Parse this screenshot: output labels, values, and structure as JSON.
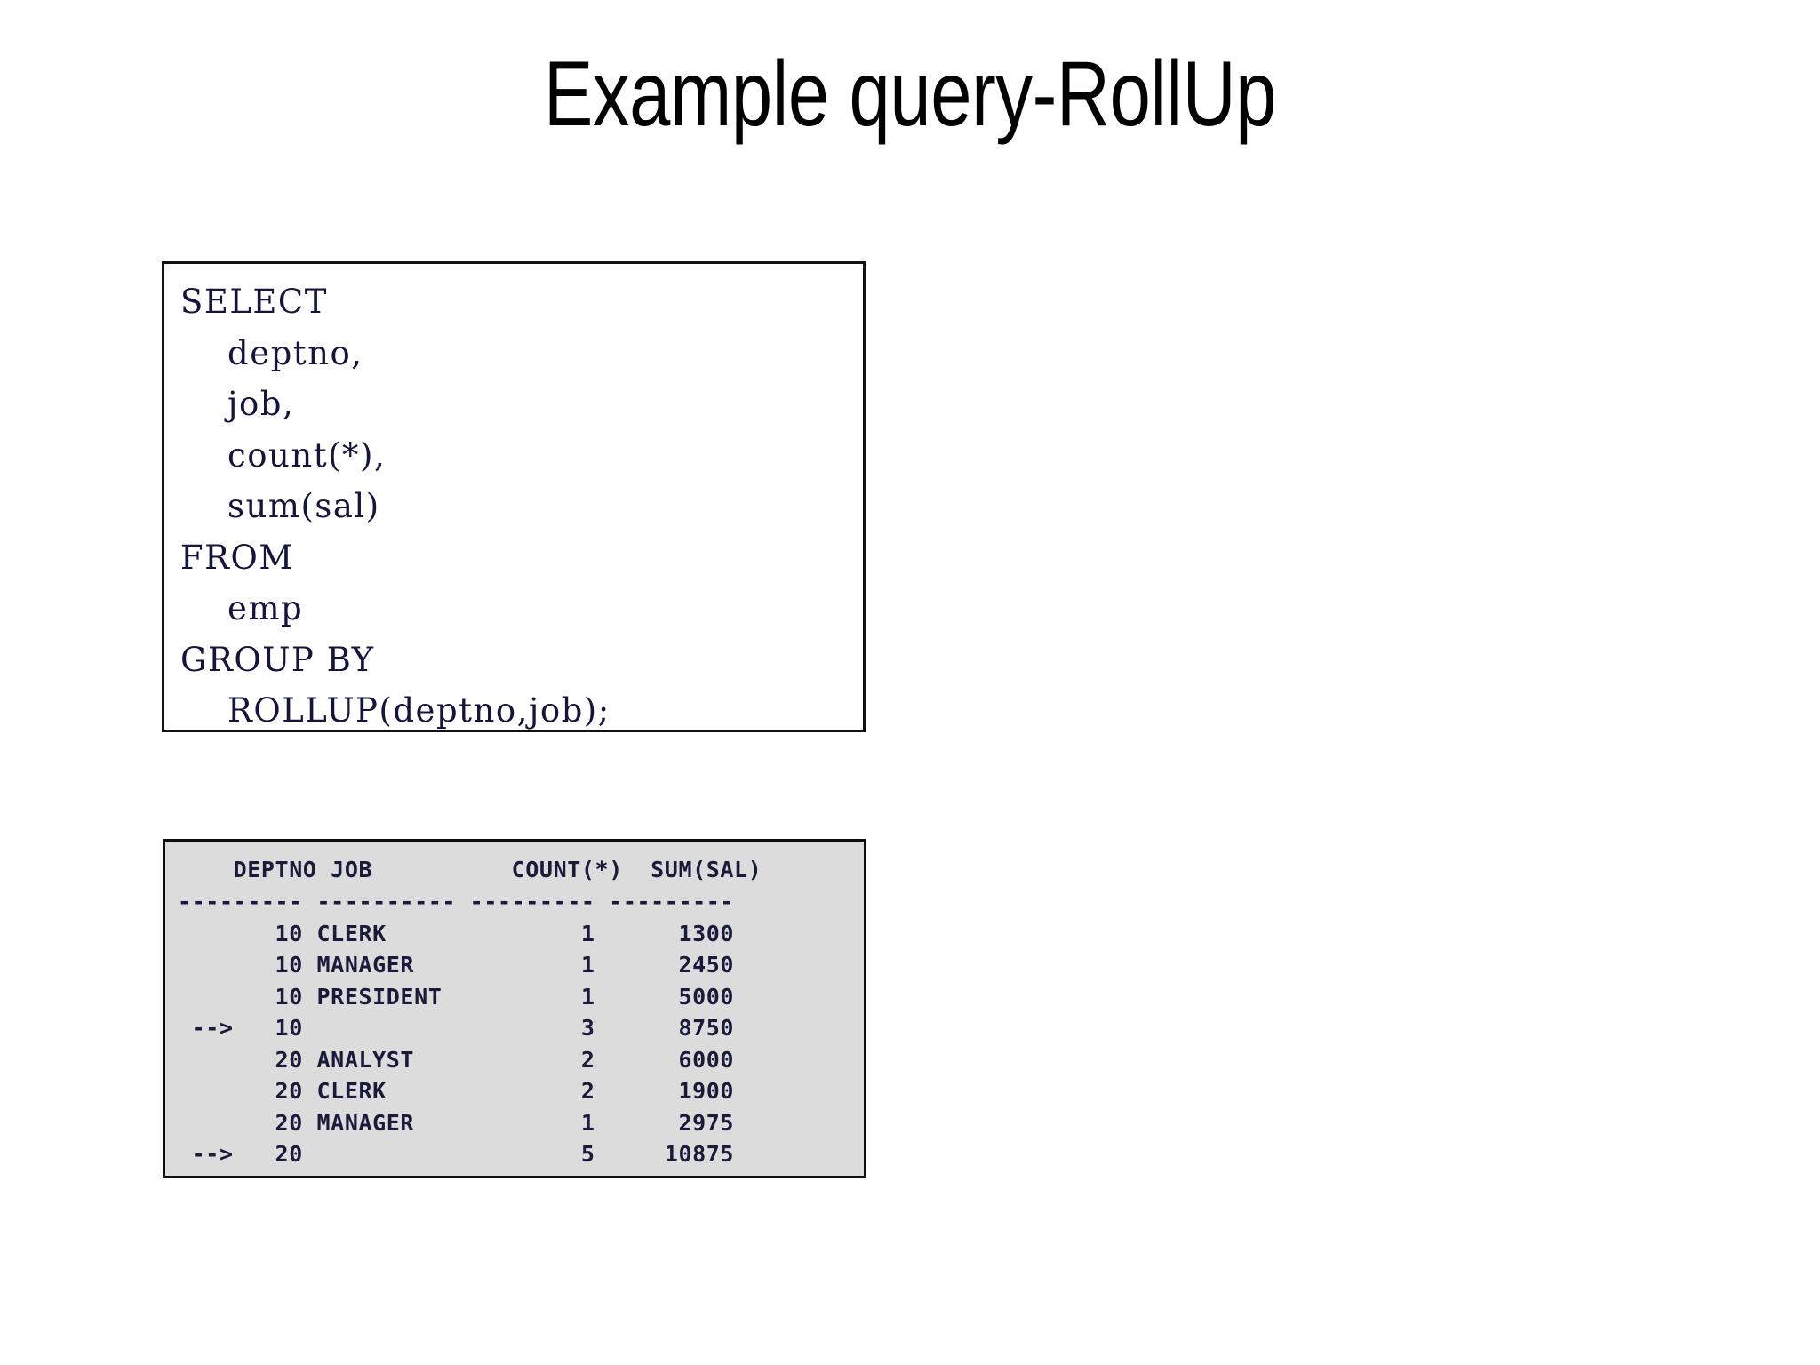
{
  "slide": {
    "title": "Example query-RollUp",
    "background_color": "#ffffff"
  },
  "sql_box": {
    "name": "sql-query-block",
    "background_color": "#ffffff",
    "border_color": "#111111",
    "lines": [
      "SELECT",
      "    deptno,",
      "    job,",
      "    count(*),",
      "    sum(sal)",
      "FROM",
      "    emp",
      "GROUP BY",
      "    ROLLUP(deptno,job);"
    ],
    "text": "SELECT\n    deptno,\n    job,\n    count(*),\n    sum(sal)\nFROM\n    emp\nGROUP BY\n    ROLLUP(deptno,job);"
  },
  "results_box": {
    "name": "query-results-block",
    "background_color": "#dcdcdc",
    "border_color": "#0d0d0d",
    "columns": [
      "DEPTNO",
      "JOB",
      "COUNT(*)",
      "SUM(SAL)"
    ],
    "header_line": "    DEPTNO JOB          COUNT(*)  SUM(SAL)",
    "rule_line": "--------- ---------- --------- ---------",
    "marker": "-->",
    "rows": [
      {
        "marker": "",
        "deptno": "10",
        "job": "CLERK",
        "count": "1",
        "sum": "1300"
      },
      {
        "marker": "",
        "deptno": "10",
        "job": "MANAGER",
        "count": "1",
        "sum": "2450"
      },
      {
        "marker": "",
        "deptno": "10",
        "job": "PRESIDENT",
        "count": "1",
        "sum": "5000"
      },
      {
        "marker": "-->",
        "deptno": "10",
        "job": "",
        "count": "3",
        "sum": "8750"
      },
      {
        "marker": "",
        "deptno": "20",
        "job": "ANALYST",
        "count": "2",
        "sum": "6000"
      },
      {
        "marker": "",
        "deptno": "20",
        "job": "CLERK",
        "count": "2",
        "sum": "1900"
      },
      {
        "marker": "",
        "deptno": "20",
        "job": "MANAGER",
        "count": "1",
        "sum": "2975"
      },
      {
        "marker": "-->",
        "deptno": "20",
        "job": "",
        "count": "5",
        "sum": "10875"
      }
    ],
    "body_text": "       10 CLERK              1      1300\n       10 MANAGER            1      2450\n       10 PRESIDENT          1      5000\n -->   10                    3      8750\n       20 ANALYST            2      6000\n       20 CLERK              2      1900\n       20 MANAGER            1      2975\n -->   20                    5     10875"
  }
}
